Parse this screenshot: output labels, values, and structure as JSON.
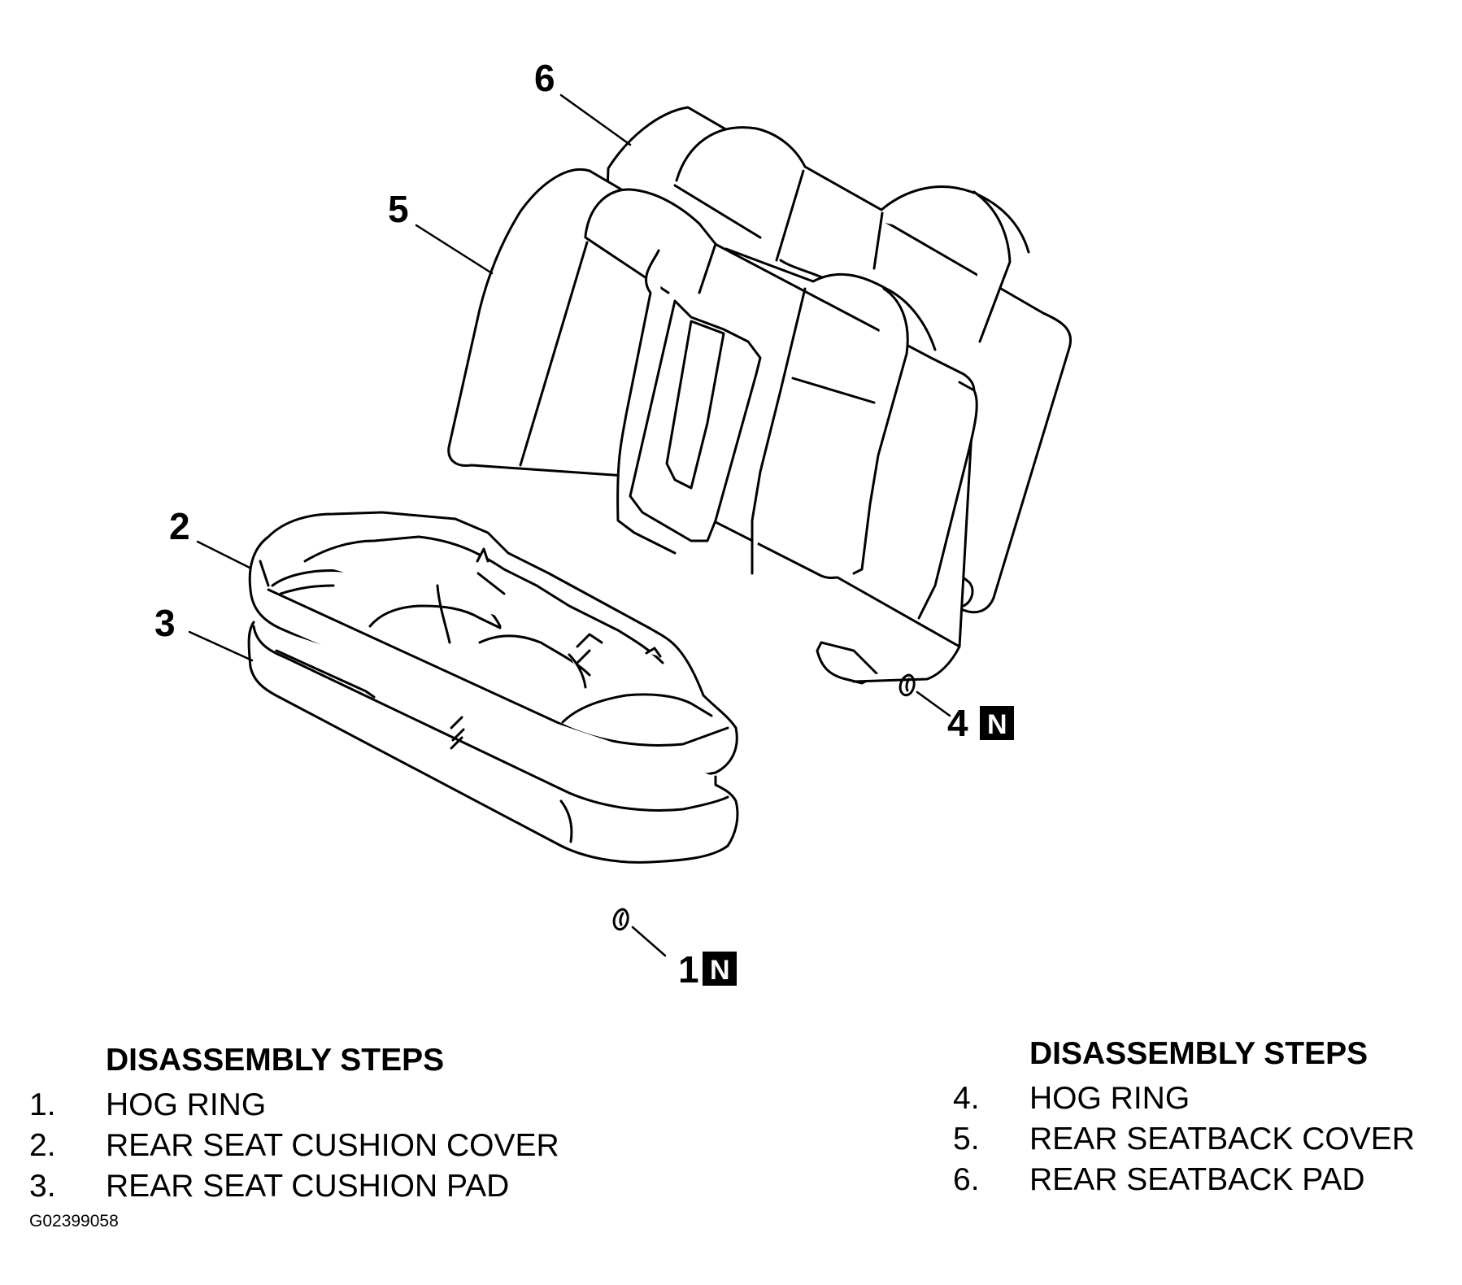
{
  "callouts": {
    "c1": "1",
    "c2": "2",
    "c3": "3",
    "c4": "4",
    "c5": "5",
    "c6": "6",
    "badge": "N"
  },
  "legend_left": {
    "heading": "DISASSEMBLY STEPS",
    "items": [
      {
        "num": "1.",
        "label": "HOG RING"
      },
      {
        "num": "2.",
        "label": "REAR SEAT CUSHION COVER"
      },
      {
        "num": "3.",
        "label": "REAR SEAT CUSHION PAD"
      }
    ]
  },
  "legend_right": {
    "heading": "DISASSEMBLY STEPS",
    "items": [
      {
        "num": "4.",
        "label": "HOG RING"
      },
      {
        "num": "5.",
        "label": "REAR SEATBACK COVER"
      },
      {
        "num": "6.",
        "label": "REAR SEATBACK PAD"
      }
    ]
  },
  "figure_code": "G02399058"
}
